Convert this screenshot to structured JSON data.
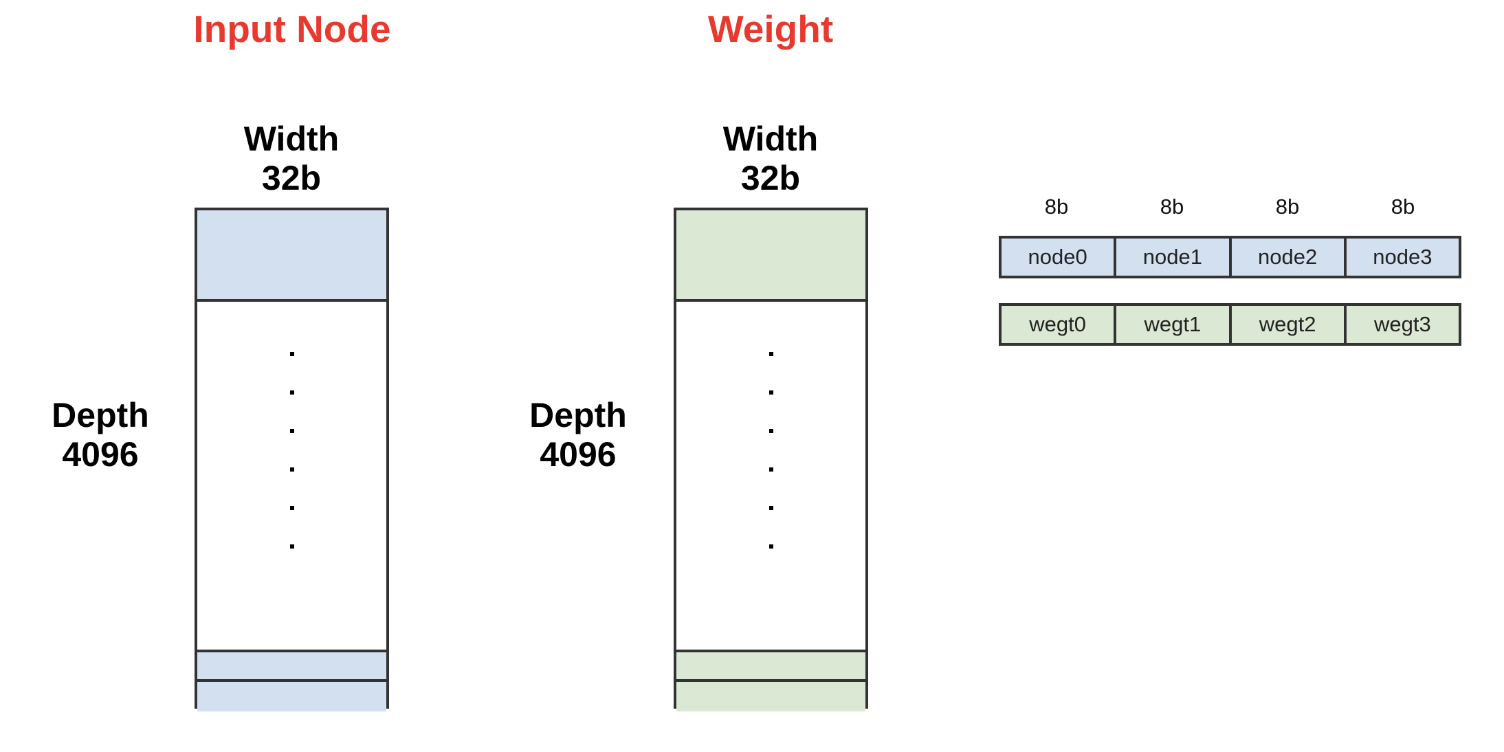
{
  "colors": {
    "title": "#e8392e",
    "node_fill": "#d3e0f0",
    "weight_fill": "#dbe8d4",
    "border": "#333333"
  },
  "input_node": {
    "title": "Input Node",
    "width_label": "Width",
    "width_value": "32b",
    "depth_label": "Depth",
    "depth_value": "4096"
  },
  "weight": {
    "title": "Weight",
    "width_label": "Width",
    "width_value": "32b",
    "depth_label": "Depth",
    "depth_value": "4096"
  },
  "word_layout": {
    "lane_widths": [
      "8b",
      "8b",
      "8b",
      "8b"
    ],
    "node_cells": [
      "node0",
      "node1",
      "node2",
      "node3"
    ],
    "weight_cells": [
      "wegt0",
      "wegt1",
      "wegt2",
      "wegt3"
    ]
  }
}
